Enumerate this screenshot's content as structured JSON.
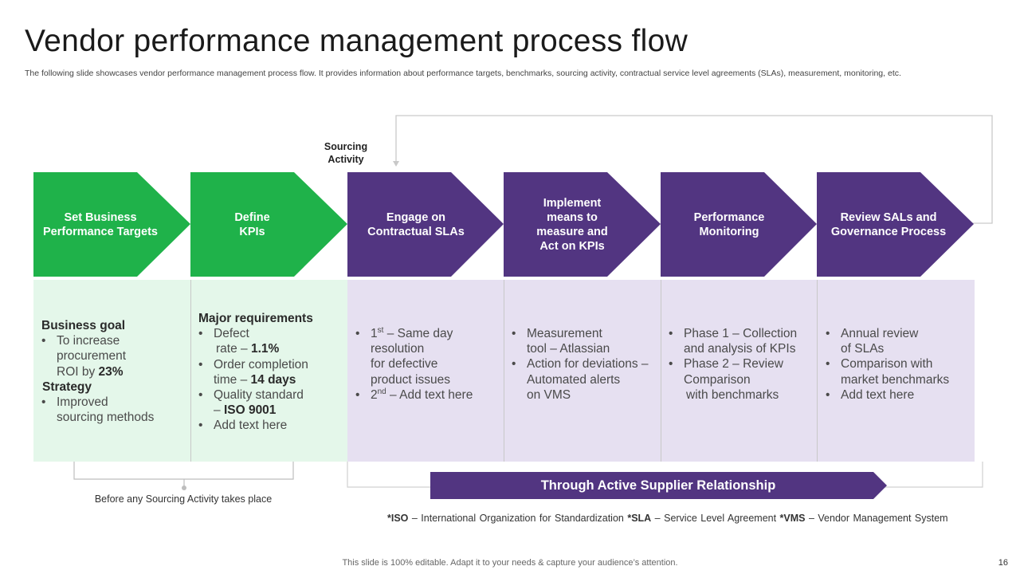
{
  "slide": {
    "title": "Vendor performance management process flow",
    "subtitle": "The following slide showcases vendor performance management process flow. It provides information about performance targets, benchmarks, sourcing activity, contractual service level agreements (SLAs), measurement, monitoring, etc.",
    "page_number": "16",
    "footer_note": "This slide is 100% editable. Adapt it to your needs & capture your audience’s attention."
  },
  "colors": {
    "green": "#1fb24a",
    "purple": "#523581",
    "light_green": "#e4f7ea",
    "light_purple": "#e6e0f1"
  },
  "sourcing_activity": {
    "line1": "Sourcing",
    "line2": "Activity"
  },
  "steps": [
    {
      "title": "Set Business\nPerformance Targets",
      "color": "green"
    },
    {
      "title": "Define\nKPIs",
      "color": "green"
    },
    {
      "title": "Engage on\nContractual SLAs",
      "color": "purple"
    },
    {
      "title": "Implement\nmeans to\nmeasure and\nAct on KPIs",
      "color": "purple"
    },
    {
      "title": "Performance\nMonitoring",
      "color": "purple"
    },
    {
      "title": "Review SALs and\nGovernance Process",
      "color": "purple"
    }
  ],
  "columns": {
    "c1": {
      "h1": "Business goal",
      "b1a": "To increase",
      "b1b": "procurement",
      "b1c": "ROI by ",
      "b1d": "23%",
      "h2": "Strategy",
      "b2a": "Improved",
      "b2b": "sourcing methods"
    },
    "c2": {
      "h1": "Major requirements",
      "b1a": "Defect",
      "b1b": "rate – ",
      "b1c": "1.1%",
      "b2a": "Order completion",
      "b2b": "time – ",
      "b2c": "14 days",
      "b3a": "Quality standard",
      "b3b": "– ",
      "b3c": "ISO 9001",
      "b4": "Add text here"
    },
    "c3": {
      "b1a": "1",
      "b1sup": "st",
      "b1b": " – Same day",
      "b1c": "resolution",
      "b1d": "for defective",
      "b1e": "product issues",
      "b2a": "2",
      "b2sup": "nd",
      "b2b": " – Add text here"
    },
    "c4": {
      "b1a": "Measurement",
      "b1b": "tool – Atlassian",
      "b2a": "Action for deviations –",
      "b2b": "Automated alerts",
      "b2c": "on VMS"
    },
    "c5": {
      "b1a": "Phase 1 – Collection",
      "b1b": "and analysis of KPIs",
      "b2a": "Phase 2 – Review",
      "b2b": "Comparison",
      "b2c": "with benchmarks"
    },
    "c6": {
      "b1a": "Annual review",
      "b1b": "of SLAs",
      "b2a": "Comparison with",
      "b2b": "market benchmarks",
      "b3": "Add text here"
    }
  },
  "bullet": "•",
  "banner": "Through Active Supplier Relationship",
  "before_note": "Before any Sourcing Activity takes place",
  "footnote": {
    "k1": "*ISO",
    "v1": " – International Organization for Standardization ",
    "k2": "*SLA",
    "v2": " – Service Level Agreement ",
    "k3": "*VMS",
    "v3": " – Vendor Management System"
  }
}
